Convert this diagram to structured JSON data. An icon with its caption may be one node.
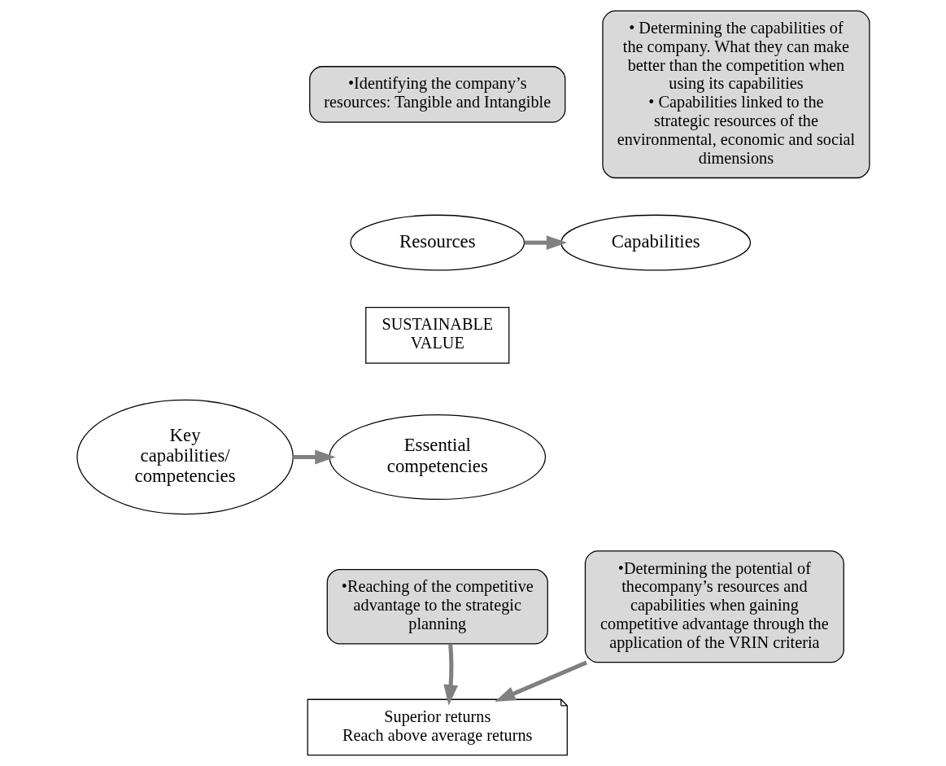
{
  "diagram": {
    "nodes": [
      {
        "text": [
          "•Identifying the company’s resources: Tangible and Intangible"
        ]
      },
      {
        "text": [
          "• Determining the capabilities of the company. What they can make better than the competition when using its capabilities",
          "• Capabilities linked to the strategic resources of the environmental, economic and social dimensions"
        ]
      },
      {
        "text": [
          "Resources"
        ]
      },
      {
        "text": [
          "Capabilities"
        ]
      },
      {
        "text": [
          "SUSTAINABLE VALUE"
        ]
      },
      {
        "text": [
          "Essential competencies"
        ]
      },
      {
        "text": [
          "Key capabilities/ competencies"
        ]
      },
      {
        "text": [
          "•Reaching of the competitive advantage to the strategic planning"
        ]
      },
      {
        "text": [
          "•Determining the potential of thecompany’s resources and capabilities when gaining competitive advantage through the application of the VRIN criteria"
        ]
      },
      {
        "text": [
          "Superior returns",
          "Reach above average returns"
        ]
      }
    ],
    "edges": [
      {
        "from": 2,
        "to": 3,
        "arrow": "to"
      },
      {
        "from": 6,
        "to": 5,
        "arrow": "to"
      },
      {
        "from": 7,
        "to": 9,
        "arrow": "to"
      },
      {
        "from": 8,
        "to": 9,
        "arrow": "to"
      }
    ]
  }
}
